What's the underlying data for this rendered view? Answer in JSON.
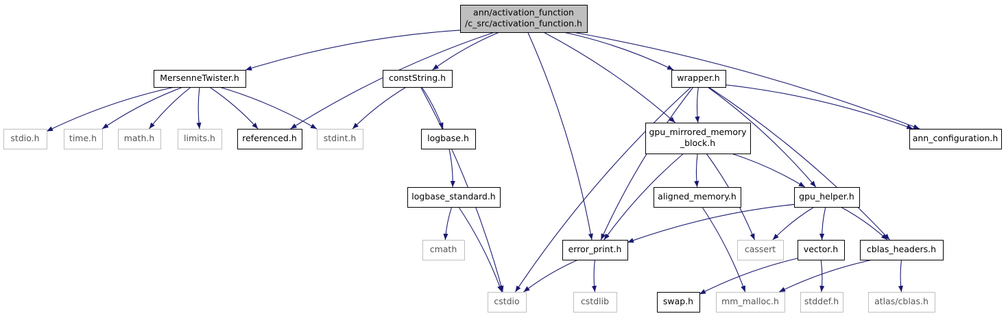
{
  "diagram": {
    "type": "include-dependency-graph",
    "colors": {
      "edge": "#191970",
      "box_border_normal": "#000000",
      "box_border_external": "#bfbfbf",
      "root_fill": "#bfbfbf",
      "text_normal": "#000000",
      "text_external": "#555555"
    },
    "nodes": [
      {
        "id": "root",
        "lines": [
          "ann/activation_function",
          "/c_src/activation_function.h"
        ],
        "style": "root"
      },
      {
        "id": "mersenne",
        "lines": [
          "MersenneTwister.h"
        ],
        "style": "normal"
      },
      {
        "id": "conststring",
        "lines": [
          "constString.h"
        ],
        "style": "normal"
      },
      {
        "id": "wrapper",
        "lines": [
          "wrapper.h"
        ],
        "style": "normal"
      },
      {
        "id": "stdio",
        "lines": [
          "stdio.h"
        ],
        "style": "external"
      },
      {
        "id": "time",
        "lines": [
          "time.h"
        ],
        "style": "external"
      },
      {
        "id": "math",
        "lines": [
          "math.h"
        ],
        "style": "external"
      },
      {
        "id": "limits",
        "lines": [
          "limits.h"
        ],
        "style": "external"
      },
      {
        "id": "referenced",
        "lines": [
          "referenced.h"
        ],
        "style": "normal"
      },
      {
        "id": "stdint",
        "lines": [
          "stdint.h"
        ],
        "style": "external"
      },
      {
        "id": "logbase",
        "lines": [
          "logbase.h"
        ],
        "style": "normal"
      },
      {
        "id": "gpumirror",
        "lines": [
          "gpu_mirrored_memory",
          "_block.h"
        ],
        "style": "normal"
      },
      {
        "id": "annconfig",
        "lines": [
          "ann_configuration.h"
        ],
        "style": "normal"
      },
      {
        "id": "logbasestd",
        "lines": [
          "logbase_standard.h"
        ],
        "style": "normal"
      },
      {
        "id": "aligned",
        "lines": [
          "aligned_memory.h"
        ],
        "style": "normal"
      },
      {
        "id": "gpuhelper",
        "lines": [
          "gpu_helper.h"
        ],
        "style": "normal"
      },
      {
        "id": "cmath",
        "lines": [
          "cmath"
        ],
        "style": "external"
      },
      {
        "id": "errorprint",
        "lines": [
          "error_print.h"
        ],
        "style": "normal"
      },
      {
        "id": "cassert",
        "lines": [
          "cassert"
        ],
        "style": "external"
      },
      {
        "id": "vector",
        "lines": [
          "vector.h"
        ],
        "style": "normal"
      },
      {
        "id": "cblas",
        "lines": [
          "cblas_headers.h"
        ],
        "style": "normal"
      },
      {
        "id": "cstdio",
        "lines": [
          "cstdio"
        ],
        "style": "external"
      },
      {
        "id": "cstdlib",
        "lines": [
          "cstdlib"
        ],
        "style": "external"
      },
      {
        "id": "swap",
        "lines": [
          "swap.h"
        ],
        "style": "normal"
      },
      {
        "id": "mmmalloc",
        "lines": [
          "mm_malloc.h"
        ],
        "style": "external"
      },
      {
        "id": "stddef",
        "lines": [
          "stddef.h"
        ],
        "style": "external"
      },
      {
        "id": "atlascblas",
        "lines": [
          "atlas/cblas.h"
        ],
        "style": "external"
      }
    ],
    "edges": [
      [
        "root",
        "mersenne"
      ],
      [
        "root",
        "referenced"
      ],
      [
        "root",
        "conststring"
      ],
      [
        "root",
        "errorprint"
      ],
      [
        "root",
        "wrapper"
      ],
      [
        "root",
        "gpumirror"
      ],
      [
        "root",
        "annconfig"
      ],
      [
        "mersenne",
        "stdio"
      ],
      [
        "mersenne",
        "time"
      ],
      [
        "mersenne",
        "math"
      ],
      [
        "mersenne",
        "limits"
      ],
      [
        "mersenne",
        "referenced"
      ],
      [
        "mersenne",
        "stdint"
      ],
      [
        "conststring",
        "stdint"
      ],
      [
        "conststring",
        "logbase"
      ],
      [
        "conststring",
        "cstdio"
      ],
      [
        "logbase",
        "logbasestd"
      ],
      [
        "logbasestd",
        "cmath"
      ],
      [
        "logbasestd",
        "cstdio"
      ],
      [
        "wrapper",
        "gpumirror"
      ],
      [
        "wrapper",
        "annconfig"
      ],
      [
        "wrapper",
        "errorprint"
      ],
      [
        "wrapper",
        "cstdio"
      ],
      [
        "wrapper",
        "gpuhelper"
      ],
      [
        "wrapper",
        "cblas"
      ],
      [
        "gpumirror",
        "aligned"
      ],
      [
        "gpumirror",
        "gpuhelper"
      ],
      [
        "gpumirror",
        "errorprint"
      ],
      [
        "gpumirror",
        "cassert"
      ],
      [
        "aligned",
        "mmmalloc"
      ],
      [
        "gpuhelper",
        "errorprint"
      ],
      [
        "gpuhelper",
        "cassert"
      ],
      [
        "gpuhelper",
        "vector"
      ],
      [
        "gpuhelper",
        "cblas"
      ],
      [
        "errorprint",
        "cstdio"
      ],
      [
        "errorprint",
        "cstdlib"
      ],
      [
        "vector",
        "swap"
      ],
      [
        "vector",
        "stddef"
      ],
      [
        "cblas",
        "mmmalloc"
      ],
      [
        "cblas",
        "atlascblas"
      ]
    ]
  }
}
